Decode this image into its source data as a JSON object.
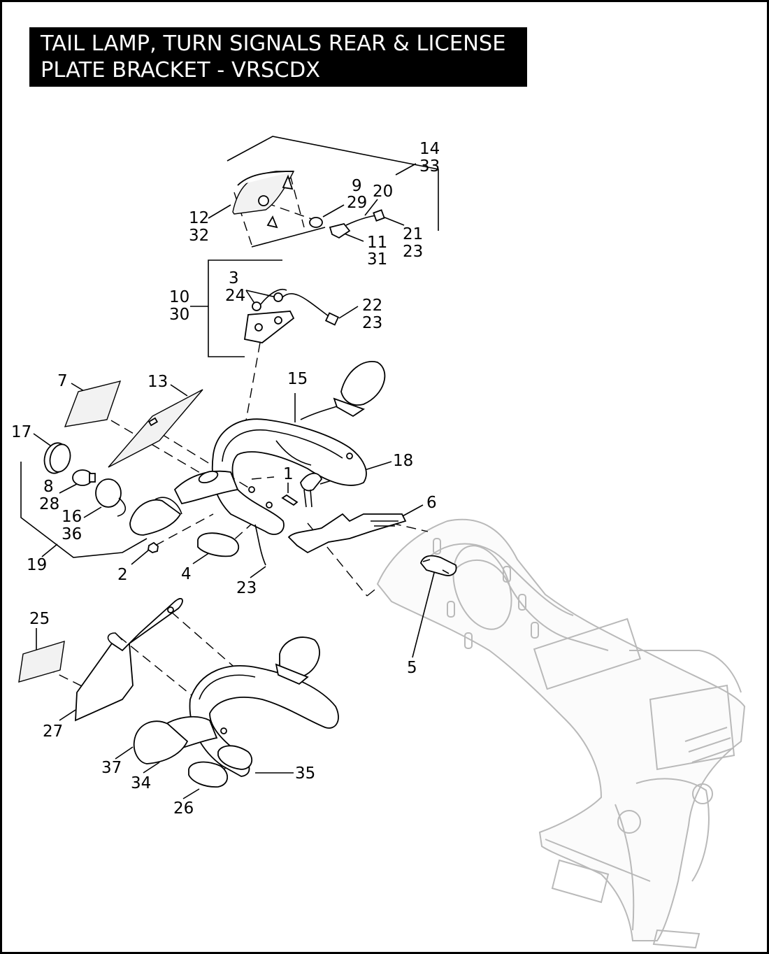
{
  "title": {
    "line1": "TAIL LAMP, TURN SIGNALS REAR & LICENSE",
    "line2": "PLATE BRACKET - VRSCDX"
  },
  "callouts": {
    "c14": "14",
    "c33": "33",
    "c9": "9",
    "c29": "29",
    "c20": "20",
    "c12": "12",
    "c32": "32",
    "c21": "21",
    "c23a": "23",
    "c11": "11",
    "c31": "31",
    "c3": "3",
    "c24": "24",
    "c10": "10",
    "c30": "30",
    "c22": "22",
    "c23b": "23",
    "c7": "7",
    "c13": "13",
    "c15": "15",
    "c17": "17",
    "c18": "18",
    "c8": "8",
    "c28": "28",
    "c1": "1",
    "c6": "6",
    "c16": "16",
    "c36": "36",
    "c19": "19",
    "c2": "2",
    "c4": "4",
    "c23c": "23",
    "c25": "25",
    "c5": "5",
    "c27": "27",
    "c37": "37",
    "c34": "34",
    "c35": "35",
    "c26": "26"
  }
}
